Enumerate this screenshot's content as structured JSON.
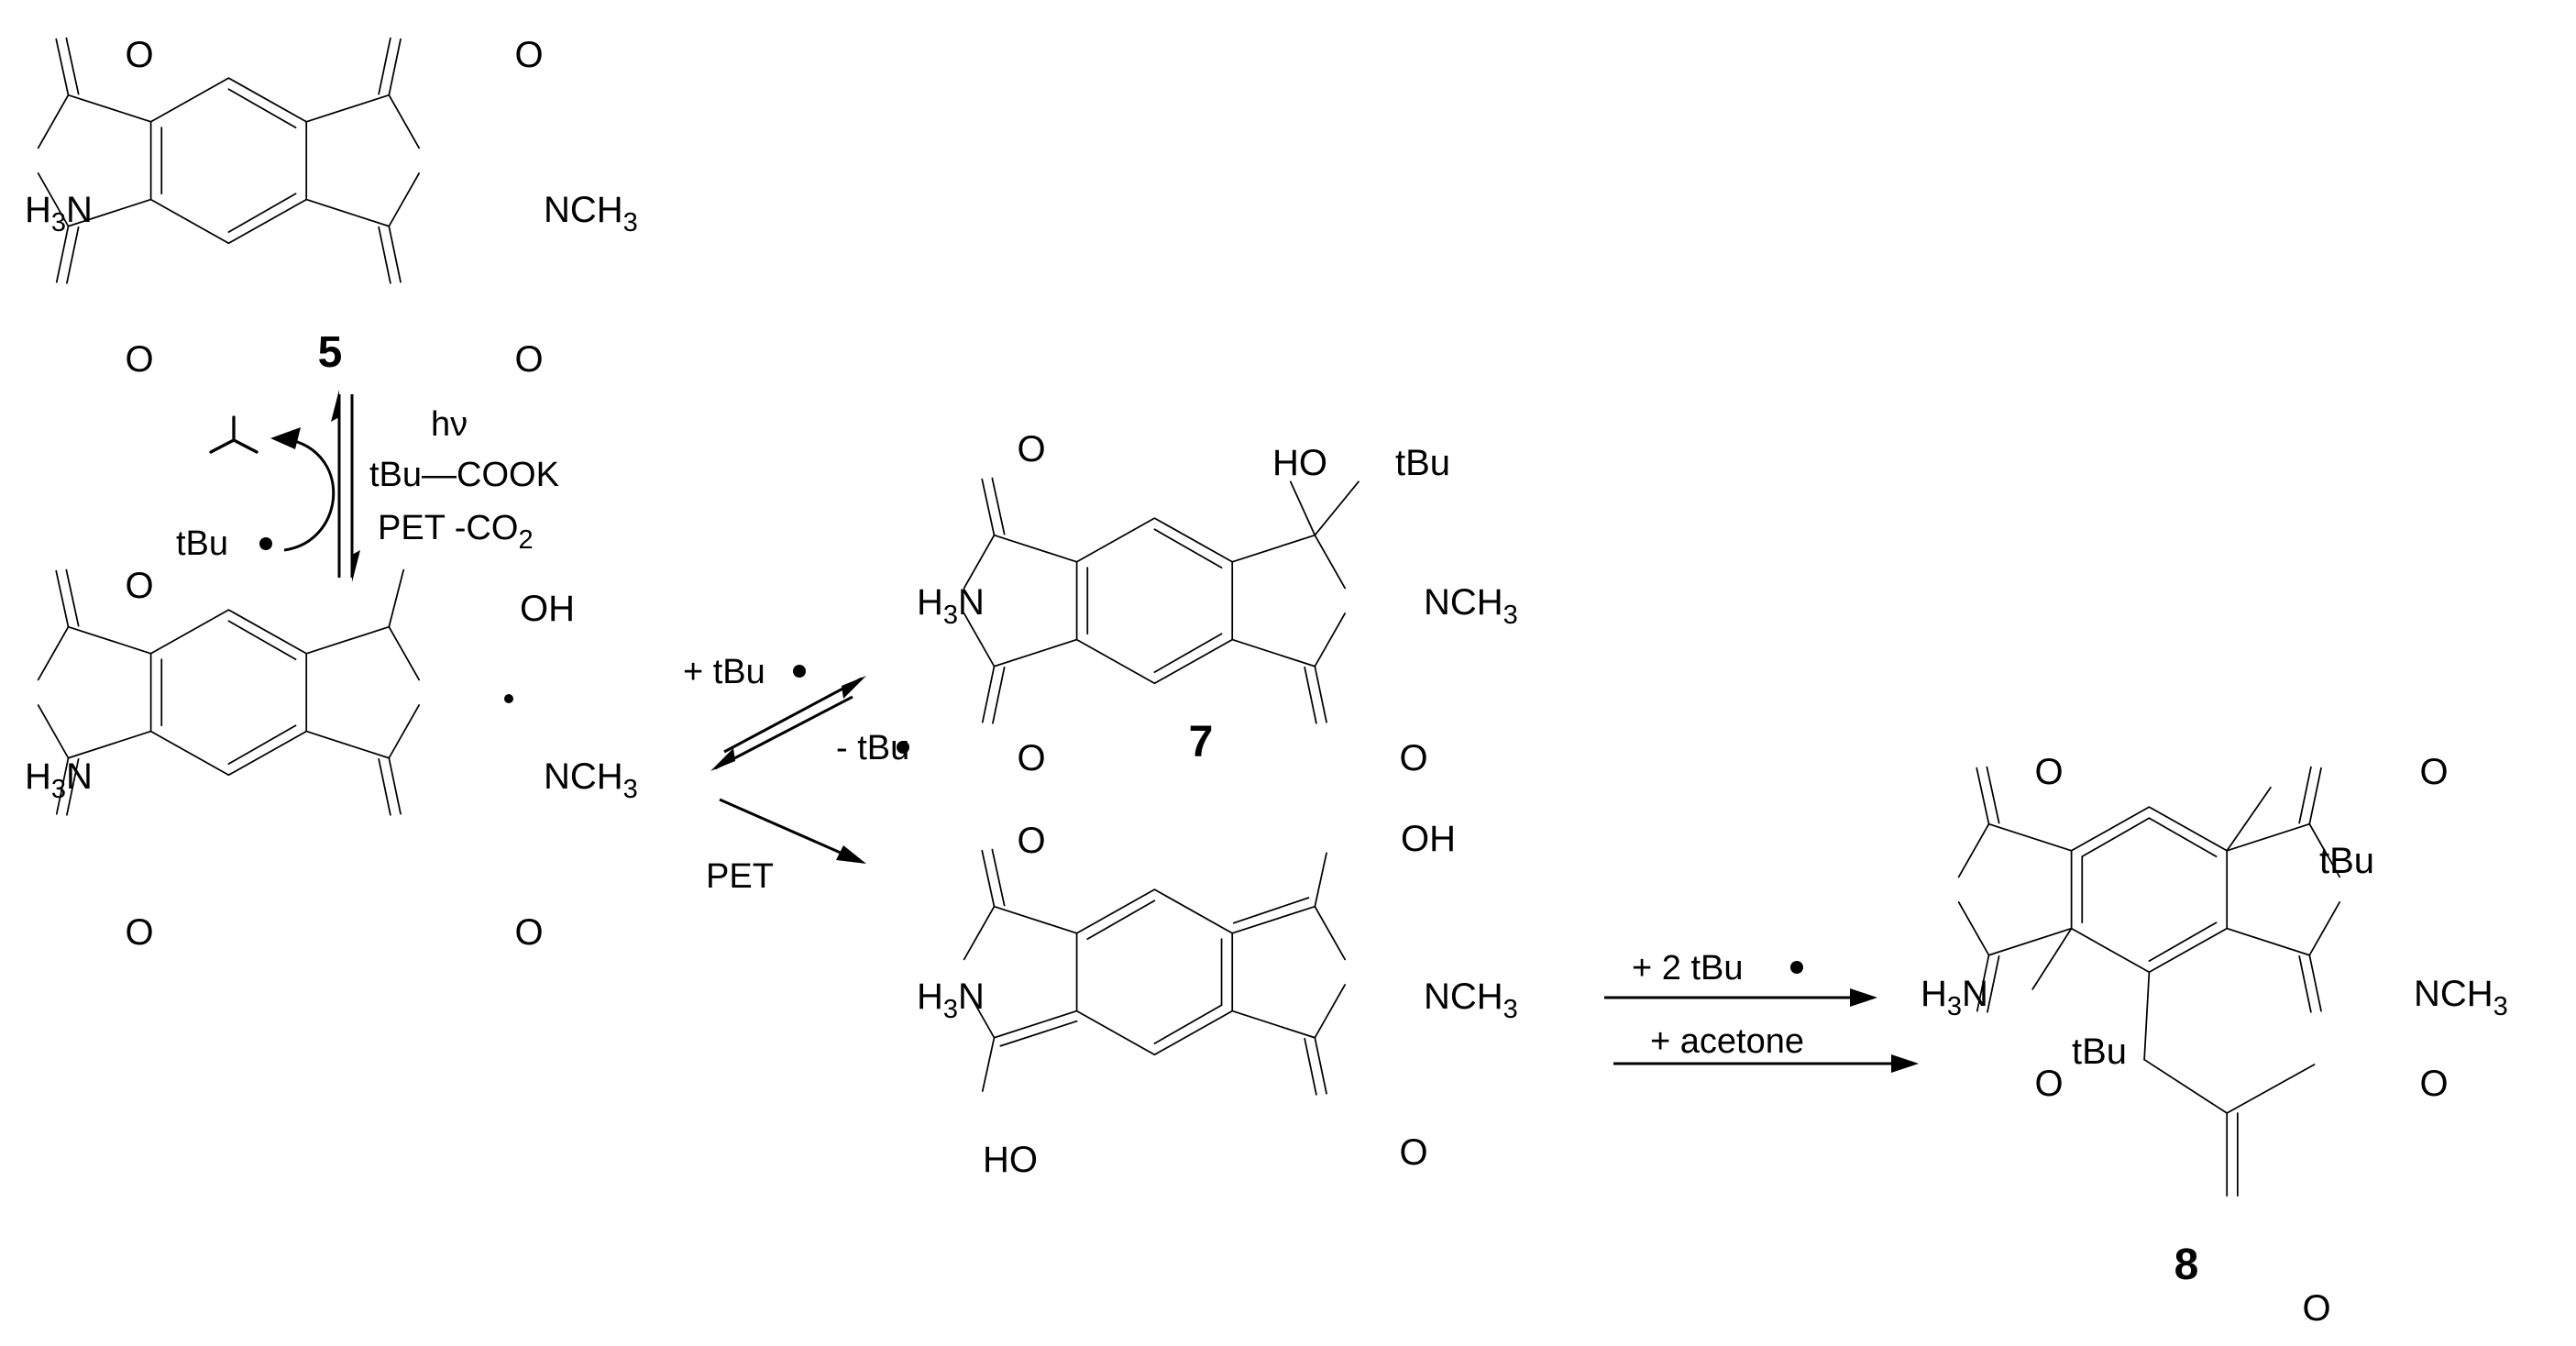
{
  "compounds": {
    "c5": {
      "number": "5"
    },
    "c7": {
      "number": "7"
    },
    "c8": {
      "number": "8"
    }
  },
  "atoms": {
    "O": "O",
    "OH": "OH",
    "HO": "HO",
    "N": "N",
    "H": "H",
    "CH": "CH",
    "three": "3",
    "tBu": "tBu"
  },
  "conditions": {
    "hv": "hν",
    "tbu_cook": "tBu—COOK",
    "pet_co2": "PET  -CO",
    "co2_sub": "2",
    "tbu_radical_left": "tBu",
    "plus_tbu": "+ tBu",
    "minus_tbu": "- tBu",
    "pet": "PET",
    "plus_2tbu": "+ 2 tBu",
    "plus_acetone": "+ acetone"
  }
}
